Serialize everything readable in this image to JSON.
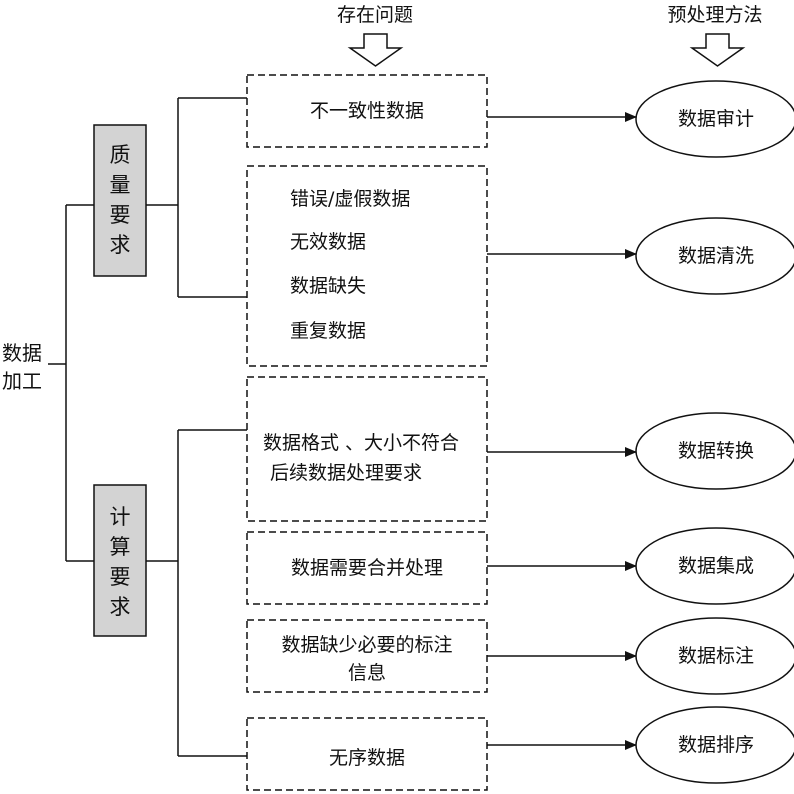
{
  "header": {
    "problems_label": "存在问题",
    "methods_label": "预处理方法"
  },
  "root": {
    "line1": "数据",
    "line2": "加工"
  },
  "groups": {
    "quality": {
      "chars": [
        "质",
        "量",
        "要",
        "求"
      ]
    },
    "compute": {
      "chars": [
        "计",
        "算",
        "要",
        "求"
      ]
    }
  },
  "problems": {
    "inconsistent": "不一致性数据",
    "cleaning_items": [
      "错误/虚假数据",
      "无效数据",
      "数据缺失",
      "重复数据"
    ],
    "format_line1": "数据格式 、大小不符合",
    "format_line2": "后续数据处理要求",
    "merge": "数据需要合并处理",
    "label_line1": "数据缺少必要的标注",
    "label_line2": "信息",
    "unordered": "无序数据"
  },
  "methods": {
    "audit": "数据审计",
    "cleaning": "数据清洗",
    "transform": "数据转换",
    "integration": "数据集成",
    "annotation": "数据标注",
    "sorting": "数据排序"
  }
}
